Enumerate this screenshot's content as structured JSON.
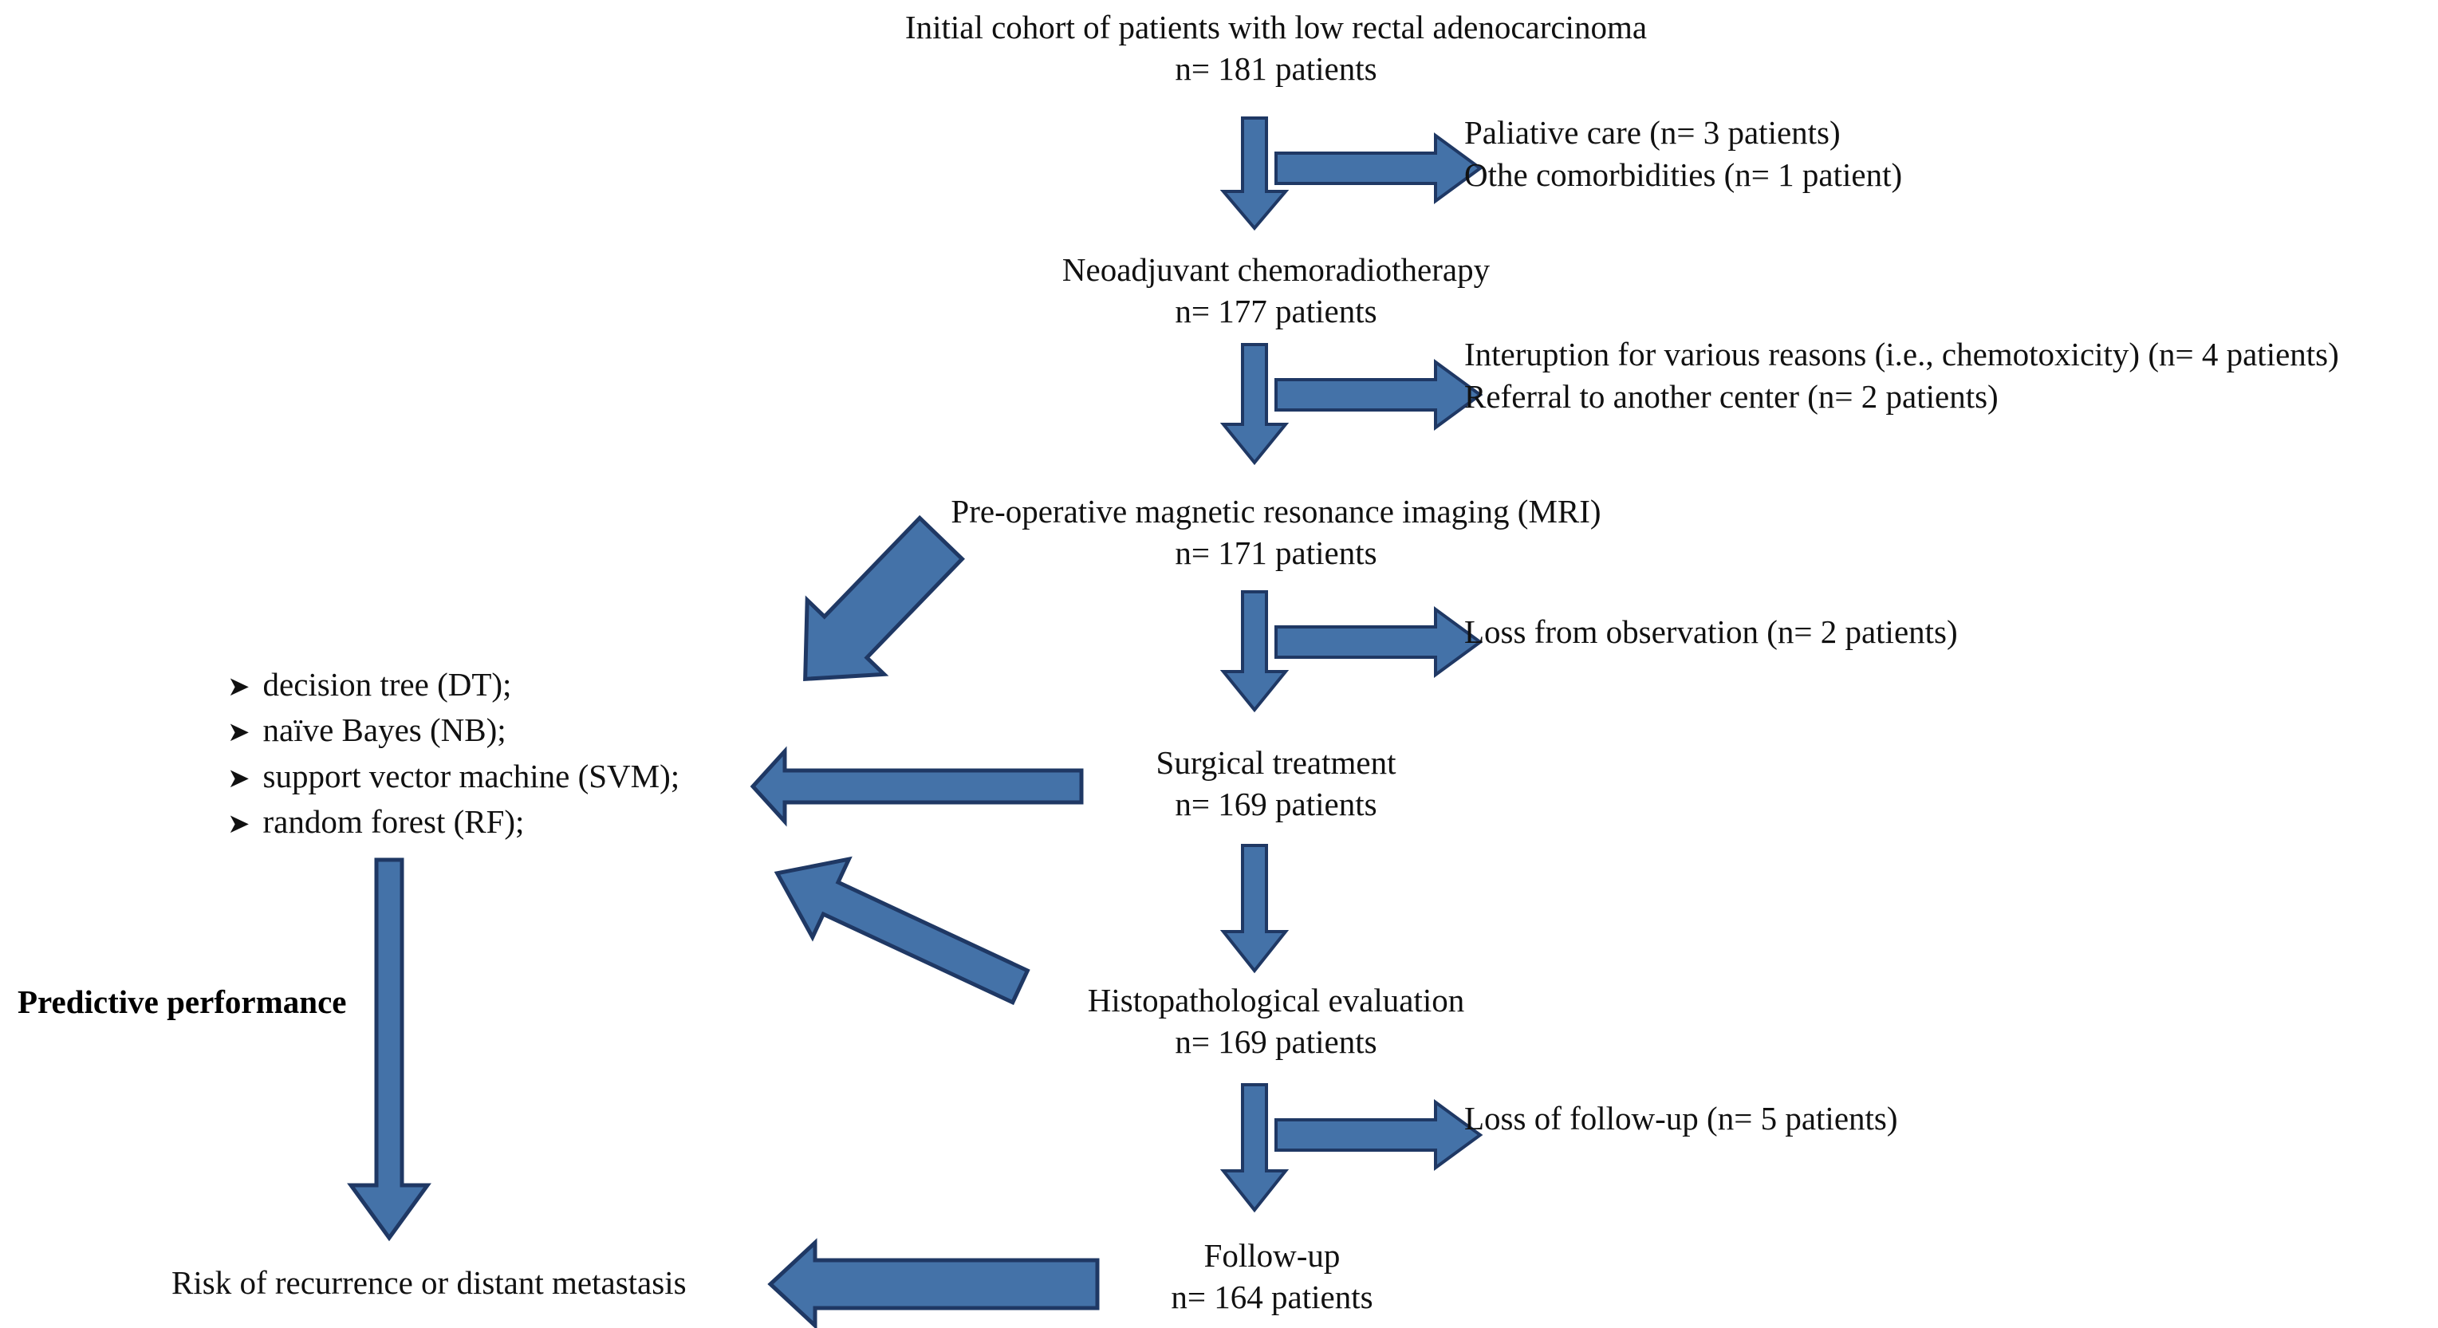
{
  "diagram": {
    "title_text": "Patient flow diagram for low rectal adenocarcinoma cohort",
    "colors": {
      "arrow_fill": "#4472A8",
      "arrow_stroke": "#1F3864",
      "text": "#111111",
      "background": "#ffffff"
    }
  },
  "nodes": {
    "initial_cohort": {
      "line1": "Initial cohort of patients with low rectal adenocarcinoma",
      "line2": "n= 181 patients"
    },
    "neoadjuvant": {
      "line1": "Neoadjuvant chemoradiotherapy",
      "line2": "n= 177 patients"
    },
    "mri": {
      "line1": "Pre-operative magnetic resonance imaging (MRI)",
      "line2": "n= 171 patients"
    },
    "surgery": {
      "line1": "Surgical treatment",
      "line2": "n= 169 patients"
    },
    "histopathology": {
      "line1": "Histopathological evaluation",
      "line2": "n= 169 patients"
    },
    "followup": {
      "line1": "Follow-up",
      "line2": "n= 164 patients"
    }
  },
  "exclusions": {
    "after_initial": {
      "line1": "Paliative care (n= 3 patients)",
      "line2": "Othe comorbidities (n= 1 patient)"
    },
    "after_neoadjuvant": {
      "line1": "Interuption for various reasons (i.e., chemotoxicity) (n= 4 patients)",
      "line2": "Referral to another center (n= 2 patients)"
    },
    "after_mri": {
      "line1": "Loss from observation (n= 2 patients)"
    },
    "after_histopathology": {
      "line1": "Loss of follow-up (n= 5 patients)"
    }
  },
  "algorithms": {
    "bullet_glyph": "➤",
    "items": [
      {
        "label": "decision tree (DT);"
      },
      {
        "label": "naïve Bayes (NB);"
      },
      {
        "label": "support vector machine (SVM);"
      },
      {
        "label": "random forest (RF);"
      }
    ]
  },
  "labels": {
    "predictive_performance": "Predictive performance",
    "risk_outcome": "Risk of recurrence or distant metastasis"
  }
}
